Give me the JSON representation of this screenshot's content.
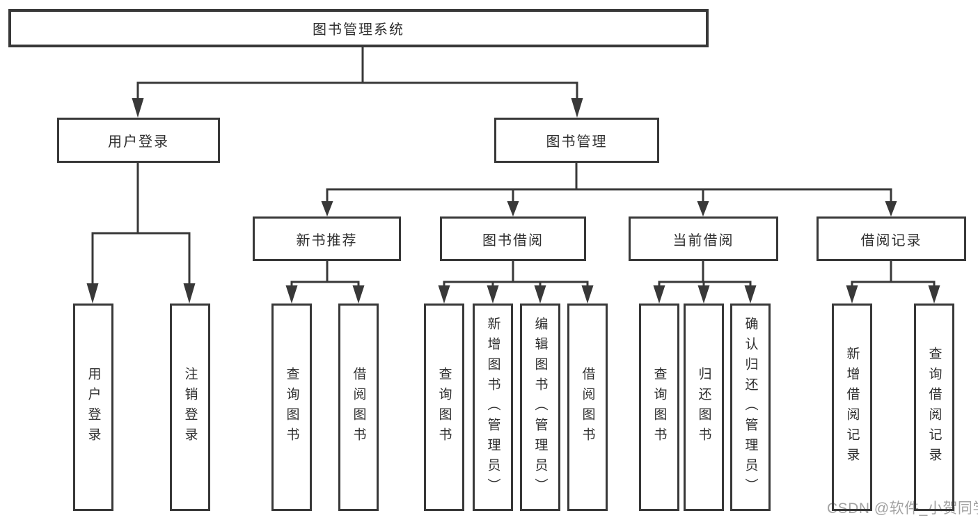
{
  "diagram": {
    "root": {
      "label": "图书管理系统"
    },
    "branches": [
      {
        "label": "用户登录",
        "children": [
          {
            "label": "用户登录"
          },
          {
            "label": "注销登录"
          }
        ]
      },
      {
        "label": "图书管理",
        "children": [
          {
            "label": "新书推荐",
            "children": [
              {
                "label": "查询图书"
              },
              {
                "label": "借阅图书"
              }
            ]
          },
          {
            "label": "图书借阅",
            "children": [
              {
                "label": "查询图书"
              },
              {
                "label": "新增图书（管理员）"
              },
              {
                "label": "编辑图书（管理员）"
              },
              {
                "label": "借阅图书"
              }
            ]
          },
          {
            "label": "当前借阅",
            "children": [
              {
                "label": "查询图书"
              },
              {
                "label": "归还图书"
              },
              {
                "label": "确认归还（管理员）"
              }
            ]
          },
          {
            "label": "借阅记录",
            "children": [
              {
                "label": "新增借阅记录"
              },
              {
                "label": "查询借阅记录"
              }
            ]
          }
        ]
      }
    ]
  },
  "watermark": {
    "text": "CSDN @软件_小贺同学"
  },
  "colors": {
    "line": "#383838",
    "text": "#2f2f2f",
    "watermark": "#a2a2a2",
    "background": "#ffffff"
  }
}
